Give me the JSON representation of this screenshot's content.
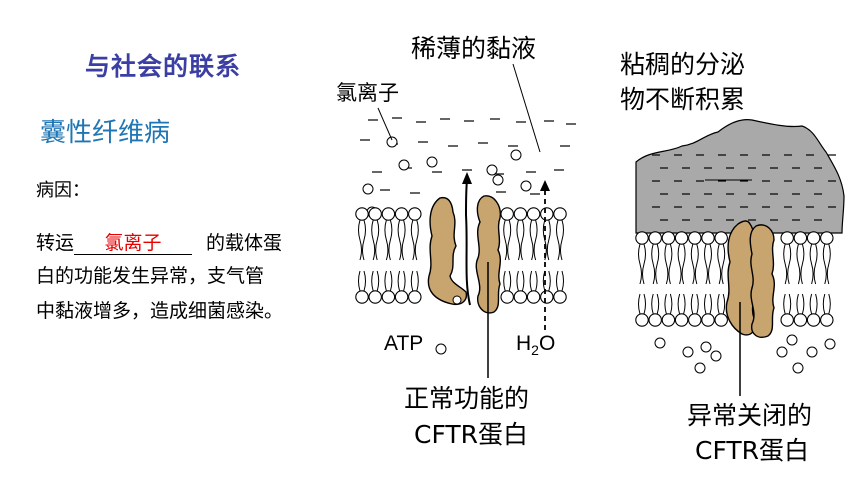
{
  "slide": {
    "title": "与社会的联系",
    "subtitle": "囊性纤维病",
    "cause_label": "病因：",
    "para_line1_prefix": "转运",
    "para_blank_answer": "氯离子",
    "para_line1_suffix": "的载体蛋",
    "para_line2": "白的功能发生异常，支气管",
    "para_line3": "中黏液增多，造成细菌感染。"
  },
  "diagram": {
    "label_thin_mucus": "稀薄的黏液",
    "label_chloride": "氯离子",
    "label_atp": "ATP",
    "label_h2o_prefix": "H",
    "label_h2o_sub": "2",
    "label_h2o_suffix": "O",
    "label_normal_line1": "正常功能的",
    "label_normal_line2": "CFTR蛋白",
    "label_thick_line1": "粘稠的分泌",
    "label_thick_line2": "物不断积累",
    "label_abnormal_line1": "异常关闭的",
    "label_abnormal_line2": "CFTR蛋白"
  },
  "colors": {
    "title": "#3b3fa4",
    "subtitle": "#1f76b4",
    "answer": "#e60000",
    "protein": "#c8a46e",
    "mucus": "#a9a9a9"
  }
}
